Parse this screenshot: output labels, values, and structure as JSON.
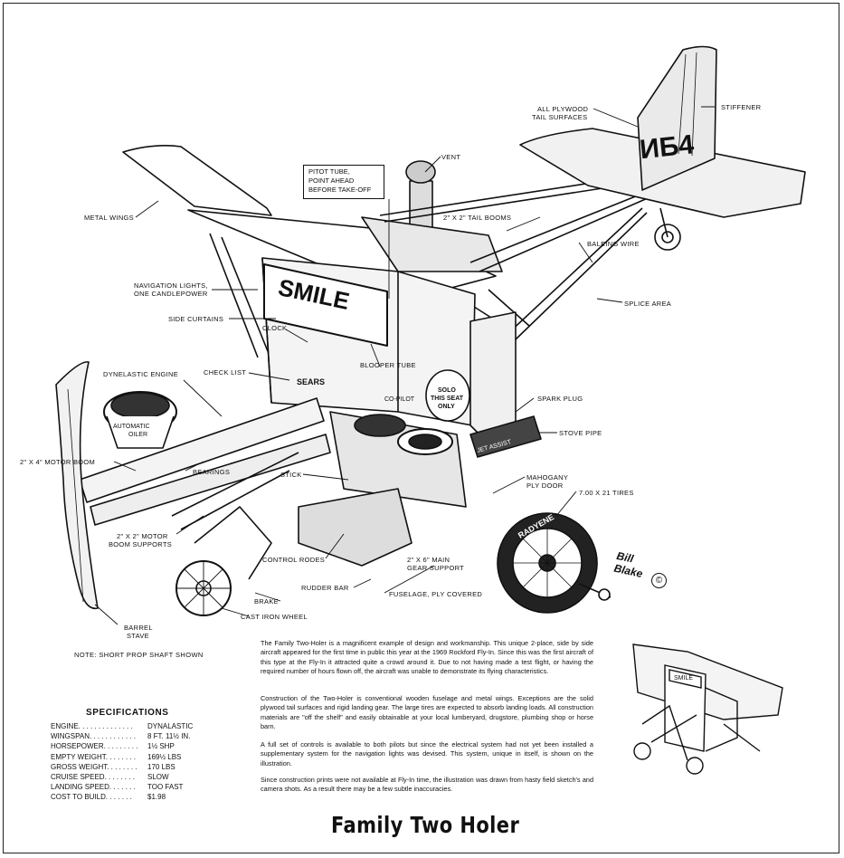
{
  "title": "Family Two Holer",
  "labels": {
    "metal_wings": "METAL WINGS",
    "pitot_tube": "PITOT TUBE,\nPOINT AHEAD\nBEFORE TAKE-OFF",
    "vent": "VENT",
    "all_plywood": "ALL PLYWOOD",
    "tail_surfaces": "TAIL SURFACES",
    "stiffener": "STIFFENER",
    "tail_booms": "2\" x 2\" TAIL BOOMS",
    "baleing_wire": "BALEING WIRE",
    "splice_area": "SPLICE AREA",
    "nav_lights_1": "NAVIGATION LIGHTS,",
    "nav_lights_2": "ONE CANDLEPOWER",
    "side_curtains": "SIDE CURTAINS",
    "clock": "CLOCK",
    "blooper_tube": "BLOOPER TUBE",
    "dynelastic_engine": "DYNELASTIC ENGINE",
    "check_list": "CHECK LIST",
    "spark_plug": "SPARK PLUG",
    "stove_pipe": "STOVE PIPE",
    "motor_boom": "2\" X 4\" MOTOR BOOM",
    "bearings": "BEARINGS",
    "stick": "STICK",
    "mahogany_1": "MAHOGANY",
    "mahogany_2": "PLY DOOR",
    "tires": "7.00 X 21 TIRES",
    "motor_boom_supports_1": "2\" x 2\" MOTOR",
    "motor_boom_supports_2": "BOOM SUPPORTS",
    "control_rods": "CONTROL RODES",
    "main_gear_1": "2\" X 6\" MAIN",
    "main_gear_2": "GEAR SUPPORT",
    "rudder_bar": "RUDDER BAR",
    "fuselage": "FUSELAGE, PLY COVERED",
    "brake": "BRAKE",
    "cast_iron_wheel": "CAST IRON WHEEL",
    "barrel_1": "BARREL",
    "barrel_2": "STAVE"
  },
  "art_text": {
    "smile": "SMILE",
    "tail_number": "ИБ4",
    "sears": "SEARS",
    "oiler_1": "AUTOMATIC",
    "oiler_2": "OILER",
    "co_pilot": "CO-PILOT",
    "solo_1": "SOLO",
    "solo_2": "THIS SEAT",
    "solo_3": "ONLY",
    "jet_assist": "JET ASSIST",
    "tire_brand": "RADYENE",
    "inset_smile": "SMILE"
  },
  "note": "NOTE: SHORT PROP SHAFT SHOWN",
  "specs": {
    "heading": "SPECIFICATIONS",
    "rows": [
      {
        "k": "ENGINE. . . . . . . . . . . . . .",
        "v": "DYNALASTIC"
      },
      {
        "k": "WINGSPAN. . . . . . . . . . . .",
        "v": "8 FT. 11½ IN."
      },
      {
        "k": "HORSEPOWER. . . . . . . . .",
        "v": "1½ SHP"
      },
      {
        "k": "EMPTY WEIGHT. . . . . . . .",
        "v": "169½ LBS"
      },
      {
        "k": "GROSS WEIGHT. . . . . . . .",
        "v": "170 LBS"
      },
      {
        "k": "CRUISE SPEED. . . . . . . .",
        "v": "SLOW"
      },
      {
        "k": "LANDING SPEED. . . . . . .",
        "v": "TOO FAST"
      },
      {
        "k": "COST TO BUILD. . . . . . .",
        "v": "$1.98"
      }
    ]
  },
  "paragraphs": [
    "The Family Two-Holer is a magnificent example of design and workmanship. This unique 2-place, side by side aircraft appeared for the first time in public this year at the 1969 Rockford Fly-In. Since this was the first aircraft of this type at the Fly-In it attracted quite a crowd around it. Due to not having made a test flight, or having the required number of hours flown off, the aircraft was unable to demonstrate its flying characteristics.",
    "Construction of the Two-Holer is conventional wooden fuselage and metal wings. Exceptions are the solid plywood tail surfaces and rigid landing gear. The large tires are expected to absorb landing loads. All construction materials are \"off the shelf\" and easily obtainable at your local lumberyard, drugstore, plumbing shop or horse barn.",
    "A full set of controls is available to both pilots but since the electrical system had not yet been installed a supplementary system for the navigation lights was devised. This system, unique in itself, is shown on the illustration.",
    "Since construction prints were not available at Fly-In time, the illustration was drawn from hasty field sketch's and camera shots. As a result there may be a few subtle inaccuracies."
  ],
  "signature_1": "Bill",
  "signature_2": "Blake",
  "copyright": "©"
}
